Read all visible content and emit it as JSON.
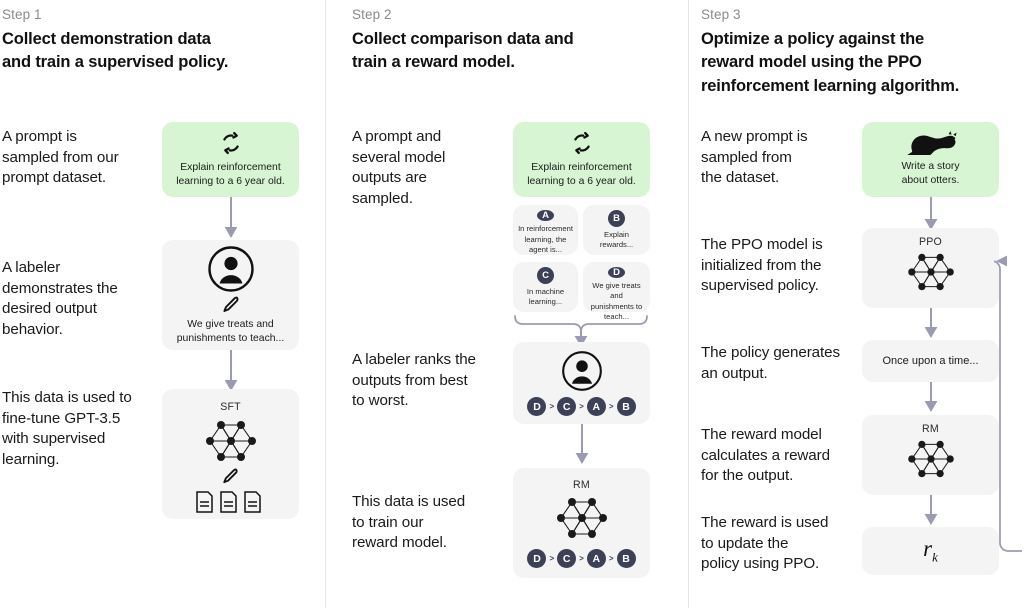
{
  "columns": [
    {
      "step_label": "Step 1",
      "title": "Collect demonstration data\nand train a supervised policy.",
      "paragraphs": [
        "A prompt is\nsampled from our\nprompt dataset.",
        "A labeler\ndemonstrates the\ndesired output\nbehavior.",
        "This data is used to\nfine-tune GPT-3.5\nwith supervised\nlearning."
      ],
      "prompt_card": {
        "icon": "cycle-icon",
        "caption": "Explain reinforcement\nlearning to a 6 year old."
      },
      "labeler_card": {
        "icon": "person-icon",
        "sub_icon": "pencil-icon",
        "caption": "We give treats and\npunishments to teach..."
      },
      "model_card": {
        "title": "SFT",
        "icon": "neural-net-icon",
        "sub_icon": "pencil-icon",
        "docs_icon": "documents-icon"
      }
    },
    {
      "step_label": "Step 2",
      "title": "Collect comparison data and\ntrain a reward model.",
      "paragraphs": [
        "A prompt and\nseveral model\noutputs are\nsampled.",
        "A labeler ranks the\noutputs from best\nto worst.",
        "This data is used\nto train our\nreward model."
      ],
      "prompt_card": {
        "icon": "cycle-icon",
        "caption": "Explain reinforcement\nlearning to a 6 year old."
      },
      "outputs": [
        {
          "letter": "A",
          "text": "In reinforcement\nlearning, the\nagent is..."
        },
        {
          "letter": "B",
          "text": "Explain rewards..."
        },
        {
          "letter": "C",
          "text": "In machine\nlearning..."
        },
        {
          "letter": "D",
          "text": "We give treats and\npunishments to\nteach..."
        }
      ],
      "ranking": [
        "D",
        "C",
        "A",
        "B"
      ],
      "ranking_separator": ">",
      "labeler_card": {
        "icon": "person-icon"
      },
      "reward_card": {
        "title": "RM",
        "icon": "neural-net-icon"
      }
    },
    {
      "step_label": "Step 3",
      "title": "Optimize a policy against the\nreward model using the PPO\nreinforcement learning algorithm.",
      "paragraphs": [
        "A new prompt is\nsampled from\nthe dataset.",
        "The PPO model is\ninitialized from the\nsupervised policy.",
        "The policy generates\nan output.",
        "The reward model\ncalculates a reward\nfor the output.",
        "The reward is used\nto update the\npolicy using PPO."
      ],
      "prompt_card": {
        "icon": "otter-icon",
        "caption": "Write a story\nabout otters."
      },
      "ppo_card": {
        "title": "PPO",
        "icon": "neural-net-icon"
      },
      "output_card": {
        "text": "Once upon a time..."
      },
      "reward_card": {
        "title": "RM",
        "icon": "neural-net-icon"
      },
      "reward_value_card": {
        "symbol": "r",
        "subscript": "k"
      }
    }
  ],
  "colors": {
    "prompt_green": "#d8f5d3",
    "card_grey": "#f4f4f4",
    "arrow": "#9a9ab2",
    "badge_navy": "#3c4158",
    "divider": "#e6e6e6",
    "text": "#111111",
    "muted_text": "#8a8a8a"
  }
}
